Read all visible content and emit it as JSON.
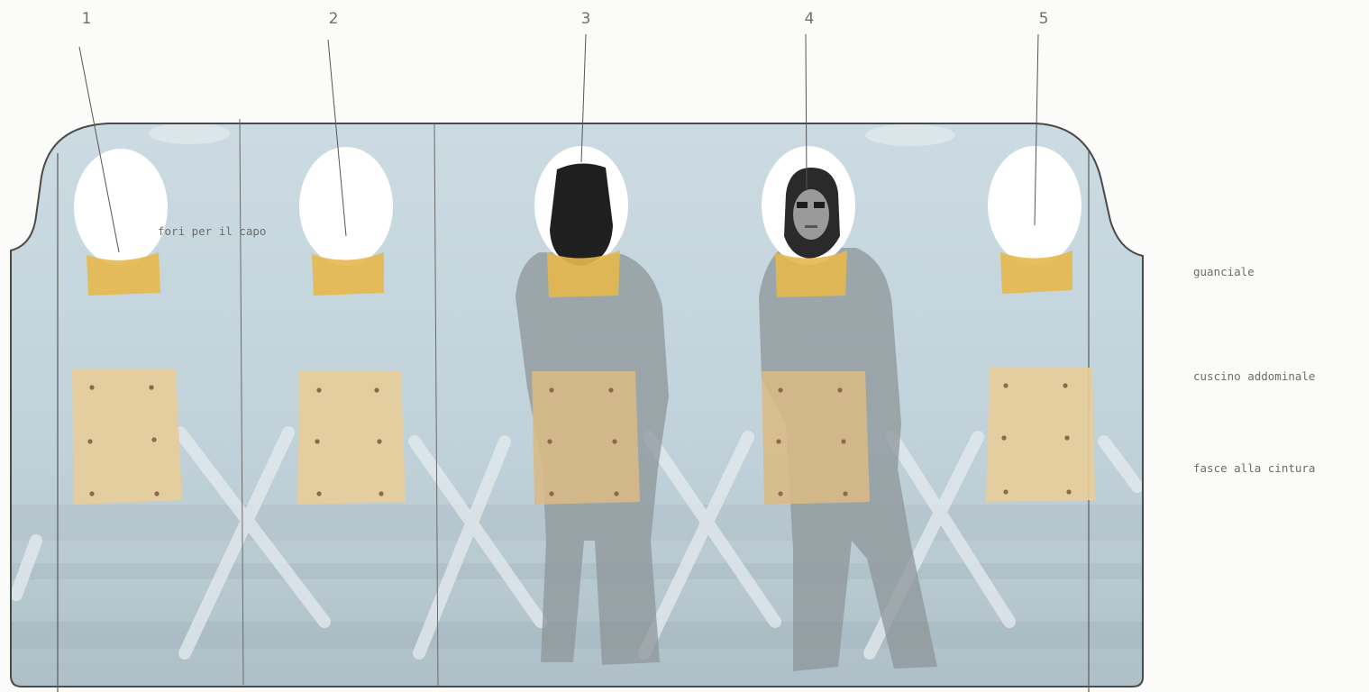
{
  "numbers": [
    "1",
    "2",
    "3",
    "4",
    "5"
  ],
  "labels": {
    "head_holes": "fori per il capo",
    "pillow": "guanciale",
    "abdominal_cushion": "cuscino addominale",
    "belt_straps": "fasce alla cintura"
  },
  "colors": {
    "panel": "#c3d4dc",
    "pillow": "#e8b84a",
    "cushion": "#e6cc9a",
    "figure": "#8e979c",
    "outline": "#4a4a4a"
  }
}
